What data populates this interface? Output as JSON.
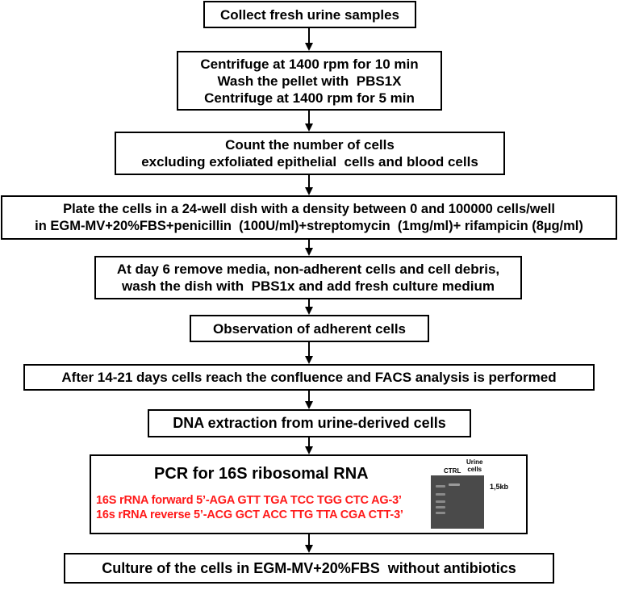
{
  "steps": [
    {
      "lines": [
        "Collect fresh urine samples"
      ]
    },
    {
      "lines": [
        "Centrifuge at 1400 rpm for 10 min",
        "Wash the pellet with  PBS1X",
        "Centrifuge at 1400 rpm for 5 min"
      ]
    },
    {
      "lines": [
        "Count the number of cells",
        "excluding exfoliated epithelial  cells and blood cells"
      ]
    },
    {
      "lines": [
        "Plate the cells in a 24-well dish with a density between 0 and 100000 cells/well",
        "in EGM-MV+20%FBS+penicillin  (100U/ml)+streptomycin  (1mg/ml)+ rifampicin (8µg/ml)"
      ]
    },
    {
      "lines": [
        "At day 6 remove media, non-adherent cells and cell debris,",
        "wash the dish with  PBS1x and add fresh culture medium"
      ]
    },
    {
      "lines": [
        "Observation of adherent cells"
      ]
    },
    {
      "lines": [
        "After 14-21 days cells reach the confluence and FACS analysis is performed"
      ]
    },
    {
      "lines": [
        "DNA extraction from urine-derived cells"
      ]
    },
    {
      "title": "PCR for 16S ribosomal RNA",
      "primers": [
        "16S rRNA forward 5’-AGA GTT TGA TCC TGG CTC AG-3’",
        "16s rRNA reverse 5’-ACG GCT ACC TTG TTA CGA CTT-3’"
      ],
      "primer_color": "#ff1a1a",
      "gel": {
        "lane1": "CTRL",
        "lane2": "Urine\ncells",
        "marker": "1,5kb"
      }
    },
    {
      "lines": [
        "Culture of the cells in EGM-MV+20%FBS  without antibiotics"
      ]
    }
  ]
}
